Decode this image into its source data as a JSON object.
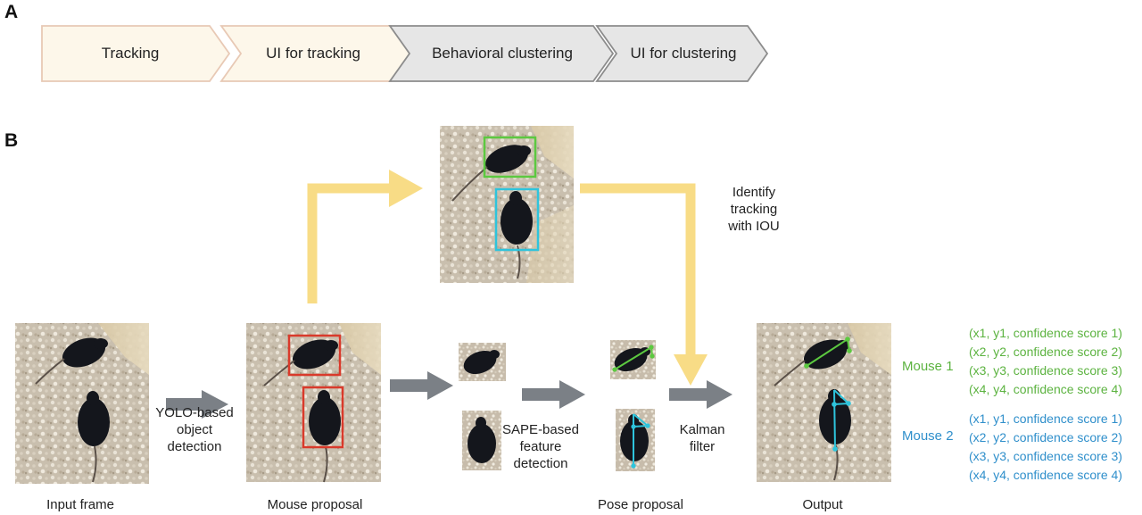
{
  "panels": {
    "a": "A",
    "b": "B"
  },
  "pipeline": [
    {
      "label": "Tracking"
    },
    {
      "label": "UI for tracking"
    },
    {
      "label": "Behavioral clustering"
    },
    {
      "label": "UI for clustering"
    }
  ],
  "stages": {
    "input": "Input frame",
    "mouse_proposal": "Mouse proposal",
    "pose_proposal": "Pose proposal",
    "output": "Output"
  },
  "steps": {
    "yolo": [
      "YOLO-based",
      "object",
      "detection"
    ],
    "sape": [
      "SAPE-based",
      "feature",
      "detection"
    ],
    "kalman": [
      "Kalman",
      "filter"
    ],
    "iou": [
      "Identify",
      "tracking",
      "with IOU"
    ]
  },
  "mice": [
    {
      "name": "Mouse 1",
      "color": "#5cb340",
      "scores": [
        "(x1, y1, confidence score 1)",
        "(x2, y2, confidence score 2)",
        "(x3, y3, confidence score 3)",
        "(x4, y4, confidence score 4)"
      ]
    },
    {
      "name": "Mouse 2",
      "color": "#2f8fcb",
      "scores": [
        "(x1, y1, confidence score 1)",
        "(x2, y2, confidence score 2)",
        "(x3, y3, confidence score 3)",
        "(x4, y4, confidence score 4)"
      ]
    }
  ],
  "colors": {
    "pipeline_light_fill": "#fdf7ea",
    "pipeline_light_stroke": "#e8c9b5",
    "pipeline_gray_fill": "#e6e6e6",
    "pipeline_gray_stroke": "#8c8c8c",
    "arrow_gray": "#7b8086",
    "arrow_yellow": "#f8dc86",
    "box_red": "#d93a2b",
    "box_green": "#5cc940",
    "box_cyan": "#2ec4dc"
  }
}
